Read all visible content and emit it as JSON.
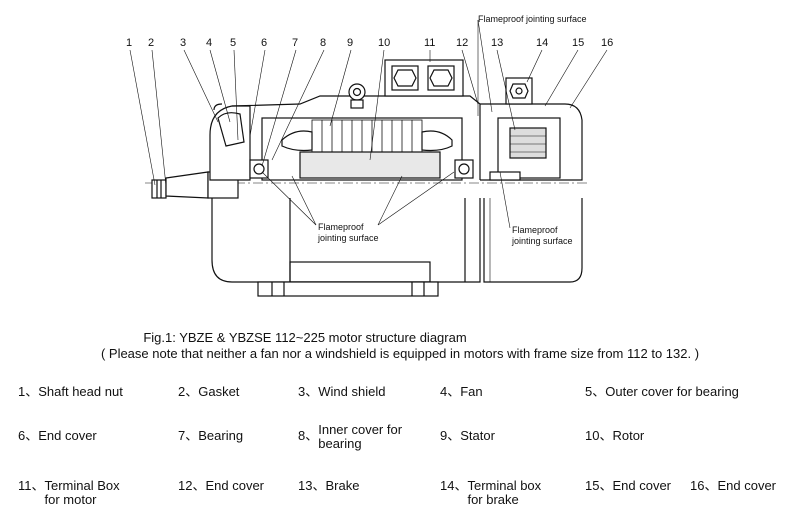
{
  "callouts": {
    "top_right": "Flameproof jointing surface",
    "bottom_center_l1": "Flameproof",
    "bottom_center_l2": "jointing surface",
    "bottom_right_l1": "Flameproof",
    "bottom_right_l2": "jointing surface"
  },
  "numbers": [
    "1",
    "2",
    "3",
    "4",
    "5",
    "6",
    "7",
    "8",
    "9",
    "10",
    "11",
    "12",
    "13",
    "14",
    "15",
    "16"
  ],
  "caption": {
    "title": "Fig.1: YBZE & YBZSE 112~225 motor structure diagram",
    "note": "( Please note that neither a fan nor a windshield is equipped in motors with frame size from 112 to 132. )"
  },
  "legend": [
    {
      "num": "1、",
      "line1": "Shaft head nut",
      "line2": ""
    },
    {
      "num": "2、",
      "line1": "Gasket",
      "line2": ""
    },
    {
      "num": "3、",
      "line1": "Wind shield",
      "line2": ""
    },
    {
      "num": "4、",
      "line1": "Fan",
      "line2": ""
    },
    {
      "num": "5、",
      "line1": "Outer cover for bearing",
      "line2": ""
    },
    {
      "num": "6、",
      "line1": "End cover",
      "line2": ""
    },
    {
      "num": "7、",
      "line1": "Bearing",
      "line2": ""
    },
    {
      "num": "8、",
      "line1": "Inner cover for",
      "line2": "bearing"
    },
    {
      "num": "9、",
      "line1": "Stator",
      "line2": ""
    },
    {
      "num": "10、",
      "line1": "Rotor",
      "line2": ""
    },
    {
      "num": "11、",
      "line1": "Terminal Box",
      "line2": "for motor"
    },
    {
      "num": "12、",
      "line1": "End cover",
      "line2": ""
    },
    {
      "num": "13、",
      "line1": "Brake",
      "line2": ""
    },
    {
      "num": "14、",
      "line1": "Terminal box",
      "line2": "for brake"
    },
    {
      "num": "15、",
      "line1": "End cover",
      "line2": ""
    },
    {
      "num": "16、",
      "line1": "End cover",
      "line2": ""
    }
  ]
}
